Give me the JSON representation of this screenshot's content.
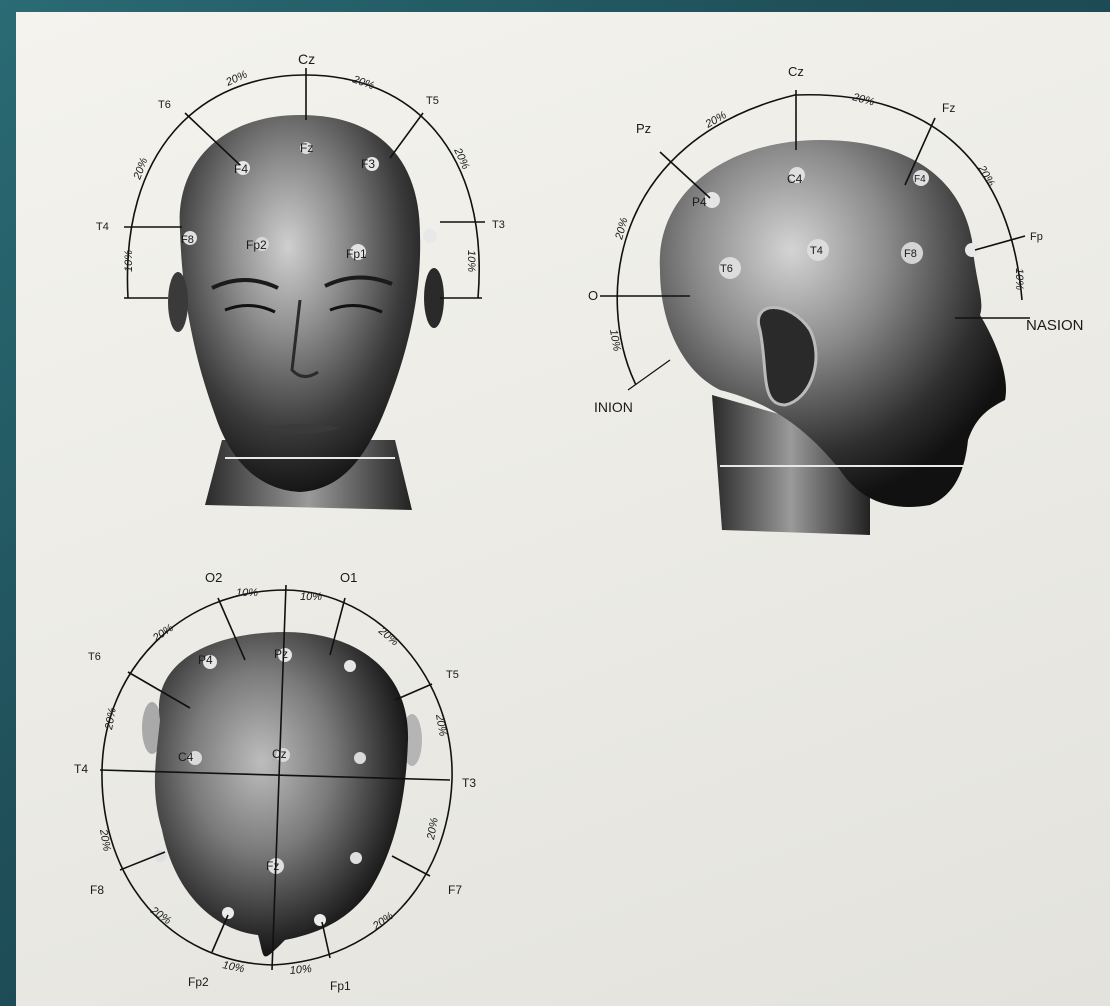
{
  "colors": {
    "frame": "#1e4d57",
    "paper": "#efeee8",
    "ink": "#111111",
    "head": "#5a5a5a"
  },
  "front_view": {
    "labels": {
      "cz": "Cz",
      "t6": "T6",
      "t5": "T5",
      "t4": "T4",
      "t3": "T3",
      "fz": "Fz",
      "f4": "F4",
      "f3": "F3",
      "f8": "F8",
      "fp2": "Fp2",
      "fp1": "Fp1"
    },
    "percent": {
      "top_left": "20%",
      "top_right": "20%",
      "upper_left": "20%",
      "upper_right": "20%",
      "side_left": "10%",
      "side_right": "10%"
    }
  },
  "side_view": {
    "labels": {
      "cz": "Cz",
      "pz": "Pz",
      "fz": "Fz",
      "fp": "Fp",
      "o": "O",
      "nasion": "NASION",
      "inion": "INION",
      "c4": "C4",
      "p4": "P4",
      "f4": "F4",
      "t6": "T6",
      "t4": "T4",
      "f8": "F8"
    },
    "percent": {
      "p1": "20%",
      "p2": "20%",
      "p3": "20%",
      "p4": "20%",
      "bottom_front": "10%",
      "bottom_back": "10%"
    }
  },
  "top_view": {
    "labels": {
      "o2": "O2",
      "o1": "O1",
      "t6": "T6",
      "t5": "T5",
      "t4": "T4",
      "t3": "T3",
      "f8": "F8",
      "f7": "F7",
      "fp2": "Fp2",
      "fp1": "Fp1",
      "p4": "P4",
      "pz": "Pz",
      "c4": "C4",
      "cz": "Cz",
      "fz": "Fz"
    },
    "percent": {
      "top_l": "10%",
      "top_r": "10%",
      "ul": "20%",
      "ur": "20%",
      "ml": "20%",
      "mr": "20%",
      "lml": "20%",
      "lmr": "20%",
      "bl": "20%",
      "br": "20%",
      "bot_l": "10%",
      "bot_r": "10%"
    }
  }
}
